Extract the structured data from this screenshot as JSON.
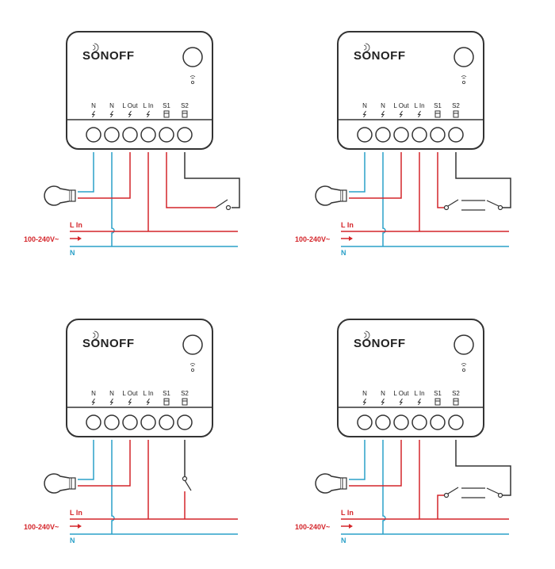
{
  "brand": {
    "logo_text": "SONOFF"
  },
  "terminal_labels": [
    "N",
    "N",
    "L Out",
    "L In",
    "S1",
    "S2"
  ],
  "wiring": {
    "line_label": "L In",
    "voltage_label": "100-240V~",
    "neutral_label": "N"
  },
  "diagrams": [
    {
      "id": "single-switch-to-s1"
    },
    {
      "id": "two-way-switch-s1"
    },
    {
      "id": "single-switch-to-s2"
    },
    {
      "id": "two-way-switch-s2"
    }
  ],
  "colors": {
    "live": "#d4252a",
    "neutral": "#2aa0c8",
    "switch_wire": "#333333",
    "outline": "#333333"
  }
}
